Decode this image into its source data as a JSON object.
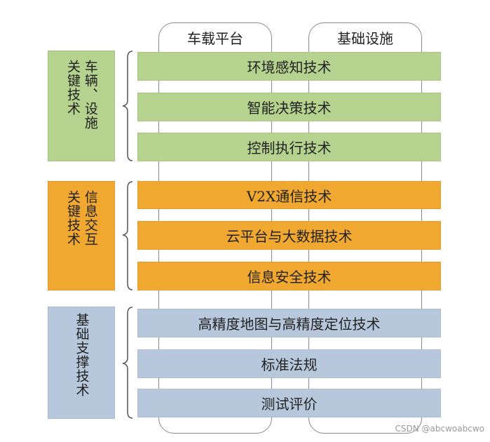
{
  "columns": [
    "车载平台",
    "基础设施"
  ],
  "categories": [
    {
      "lines": [
        "车辆、设施",
        "关键技术"
      ],
      "color": "#b5d28f"
    },
    {
      "lines": [
        "信息交互",
        "关键技术"
      ],
      "color": "#f0a830"
    },
    {
      "lines": [
        "基础支撑技术"
      ],
      "color": "#b8c8dc"
    }
  ],
  "bars": [
    "环境感知技术",
    "智能决策技术",
    "控制执行技术",
    "V2X通信技术",
    "云平台与大数据技术",
    "信息安全技术",
    "高精度地图与高精度定位技术",
    "标准法规",
    "测试评价"
  ],
  "watermark": "CSDN @abcwoabcwo"
}
